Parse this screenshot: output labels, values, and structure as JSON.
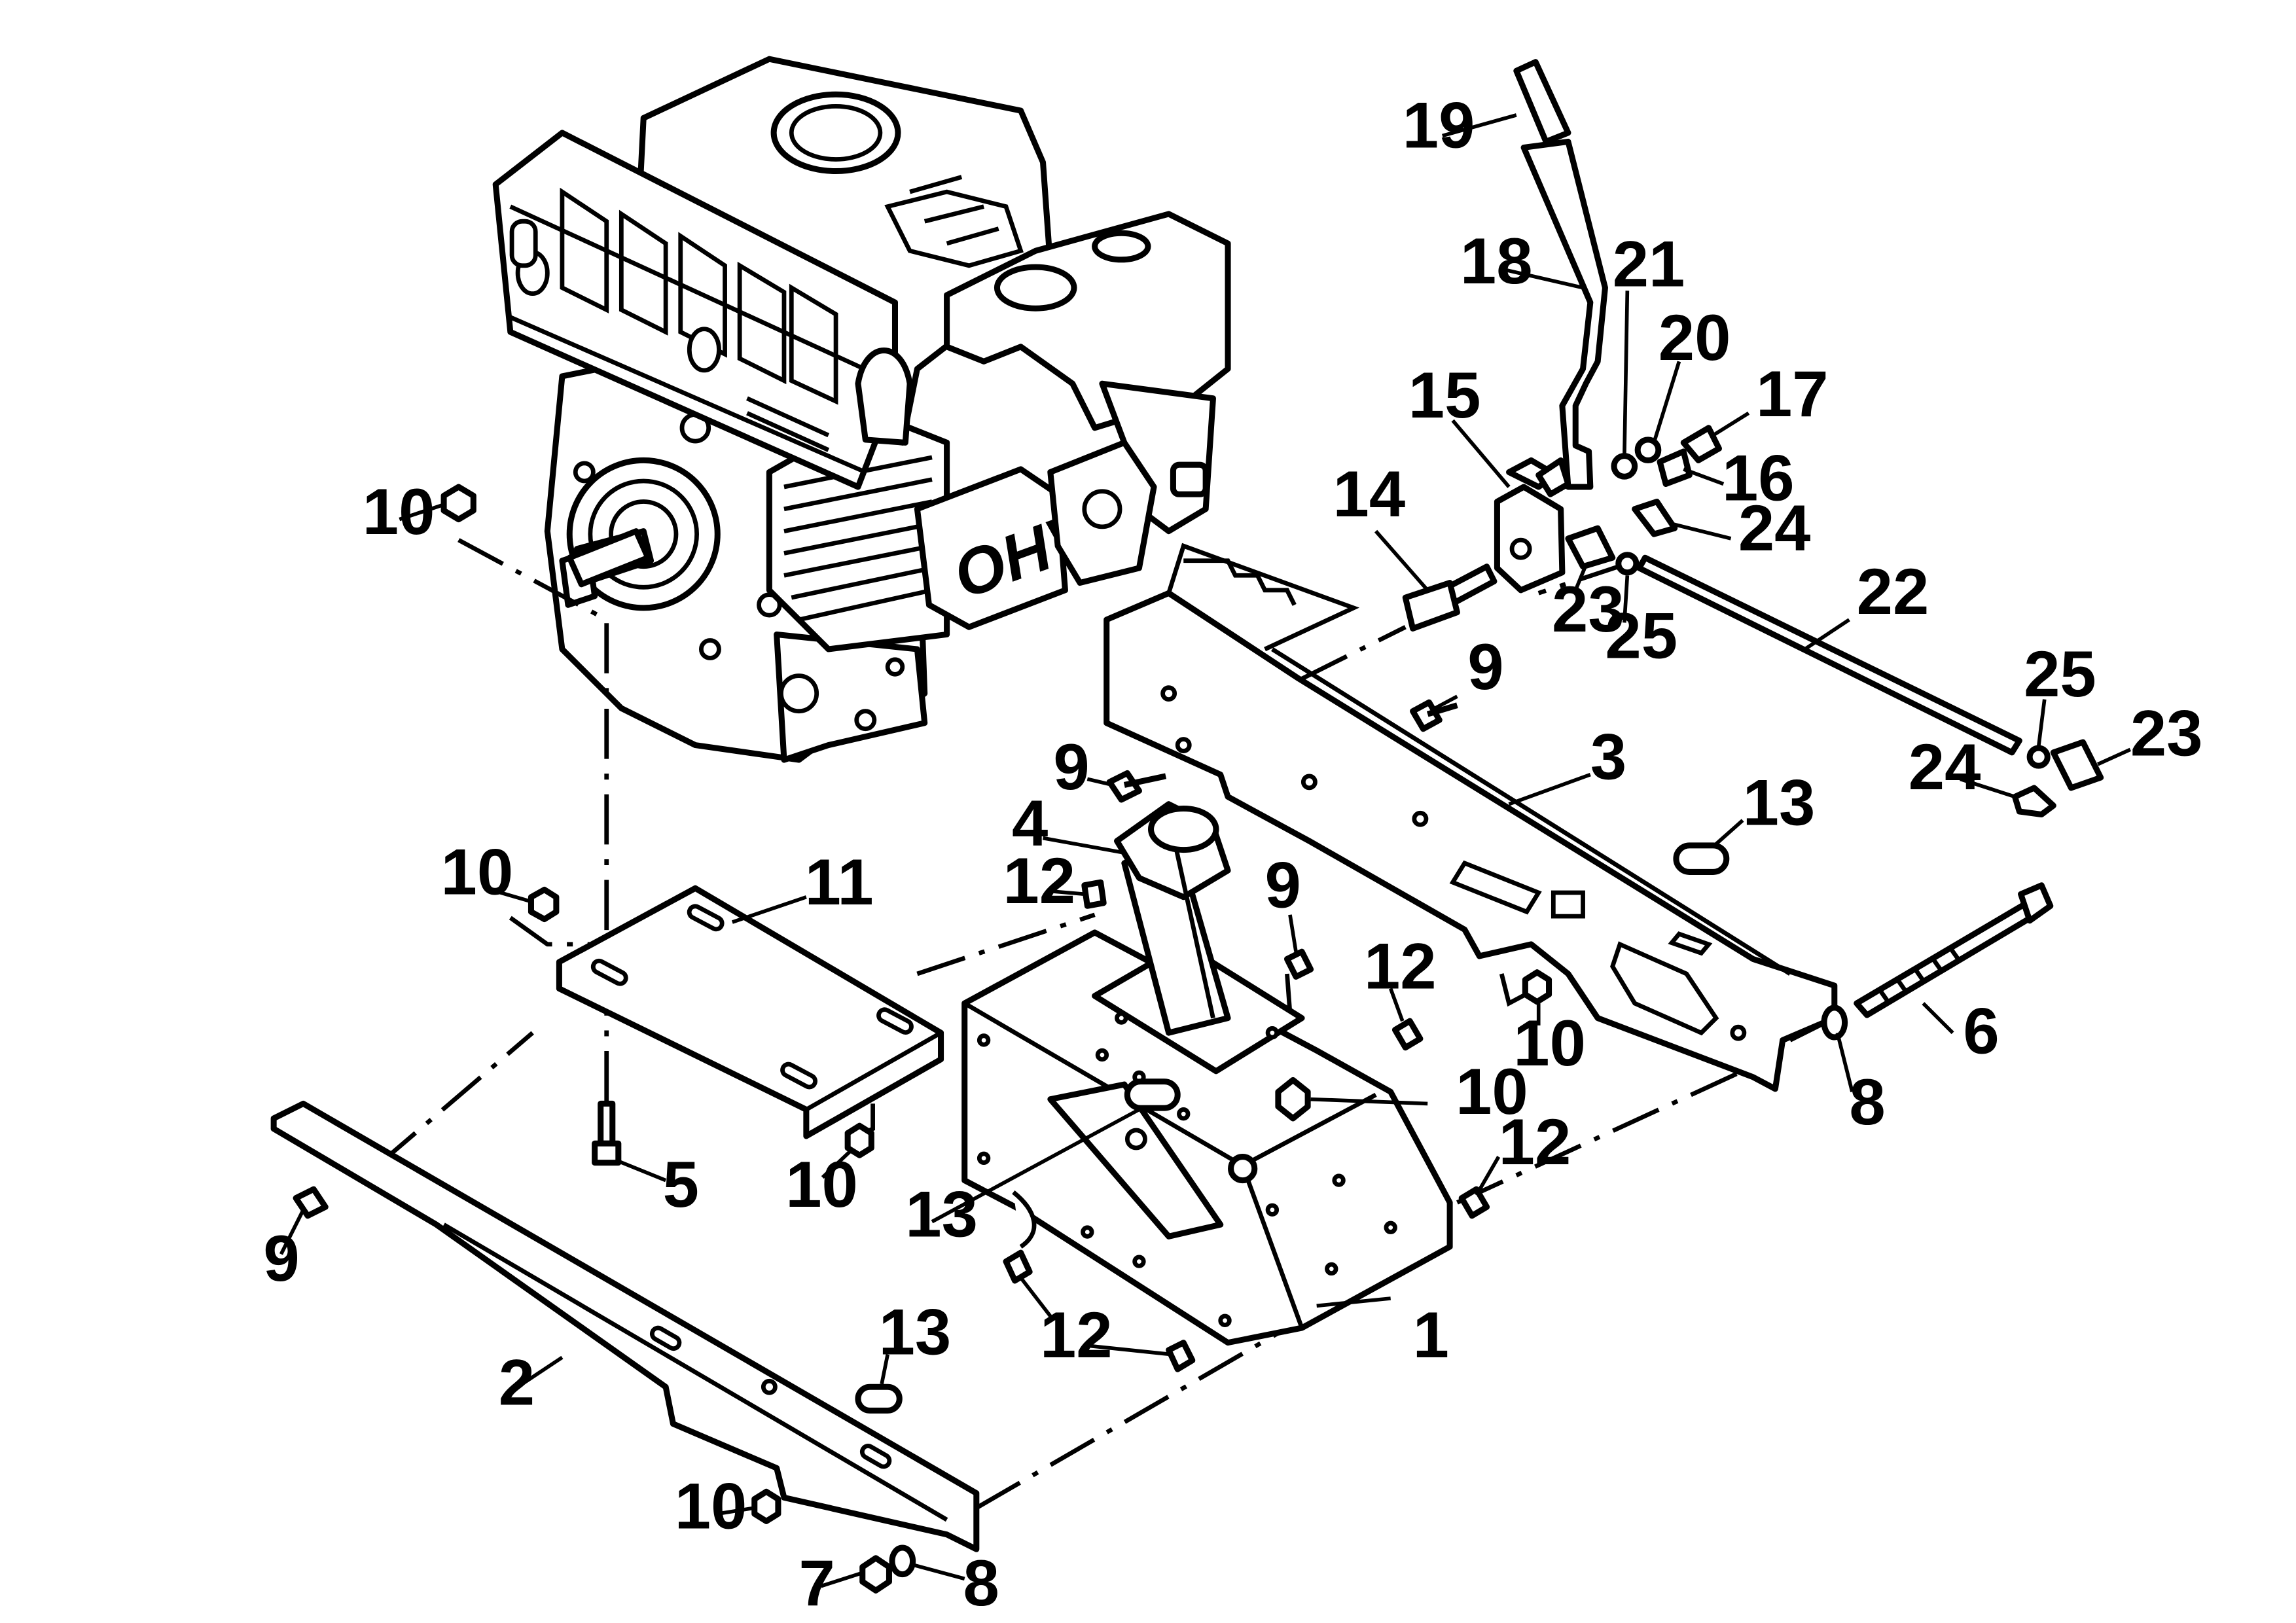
{
  "diagram": {
    "callouts": {
      "c1": "1",
      "c2": "2",
      "c3": "3",
      "c4": "4",
      "c5": "5",
      "c6": "6",
      "c7": "7",
      "c8a": "8",
      "c8b": "8",
      "c9a": "9",
      "c9b": "9",
      "c9c": "9",
      "c9d": "9",
      "c10a": "10",
      "c10b": "10",
      "c10c": "10",
      "c10d": "10",
      "c10e": "10",
      "c10f": "10",
      "c11": "11",
      "c12a": "12",
      "c12b": "12",
      "c12c": "12",
      "c12d": "12",
      "c13a": "13",
      "c13b": "13",
      "c13c": "13",
      "c14": "14",
      "c15": "15",
      "c16": "16",
      "c17": "17",
      "c18": "18",
      "c19": "19",
      "c20": "20",
      "c21": "21",
      "c22": "22",
      "c23a": "23",
      "c23b": "23",
      "c24a": "24",
      "c24b": "24",
      "c25a": "25",
      "c25b": "25"
    },
    "engine_mark": "OHV"
  }
}
